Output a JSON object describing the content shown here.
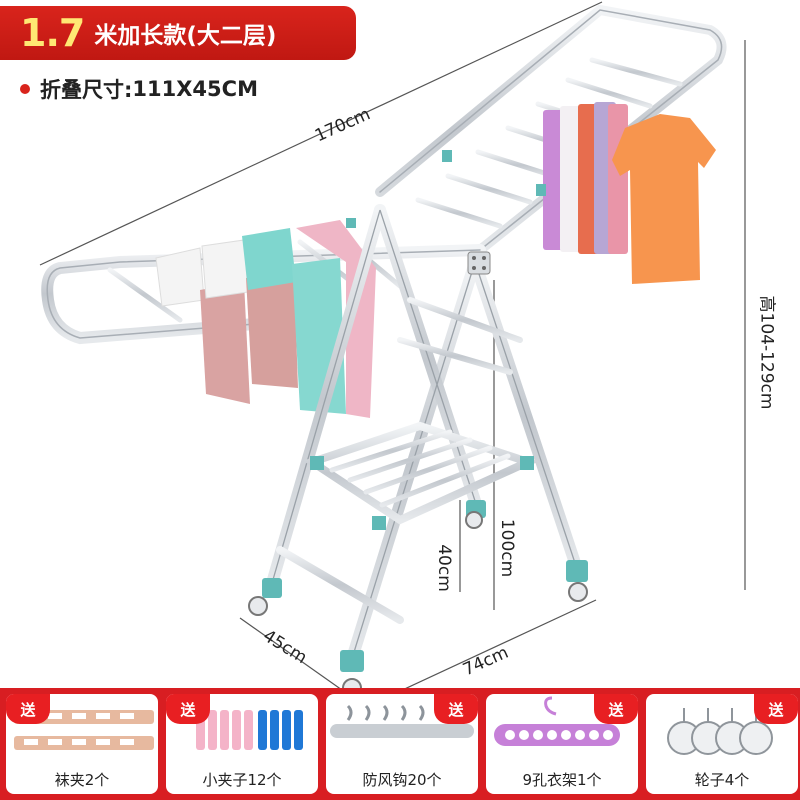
{
  "header": {
    "length_highlight": "1.7",
    "title": "米加长款(大二层)"
  },
  "folded": {
    "label": "折叠尺寸:",
    "value": "111X45CM"
  },
  "dimensions": {
    "total_length": "170cm",
    "height": "高104-129cm",
    "inner_height_upper": "100cm",
    "inner_height_lower": "40cm",
    "depth": "45cm",
    "width": "74cm"
  },
  "gifts": {
    "tag": "送",
    "items": [
      {
        "label": "袜夹2个",
        "icon": "sock-clip"
      },
      {
        "label": "小夹子12个",
        "icon": "small-clips"
      },
      {
        "label": "防风钩20个",
        "icon": "windproof-hooks"
      },
      {
        "label": "9孔衣架1个",
        "icon": "nine-hole-hanger"
      },
      {
        "label": "轮子4个",
        "icon": "wheels"
      }
    ]
  },
  "colors": {
    "brand_red": "#d81e22",
    "highlight_yellow": "#ffe873",
    "frame_silver": "#c9cdd2",
    "connector_teal": "#5fb9b6"
  }
}
